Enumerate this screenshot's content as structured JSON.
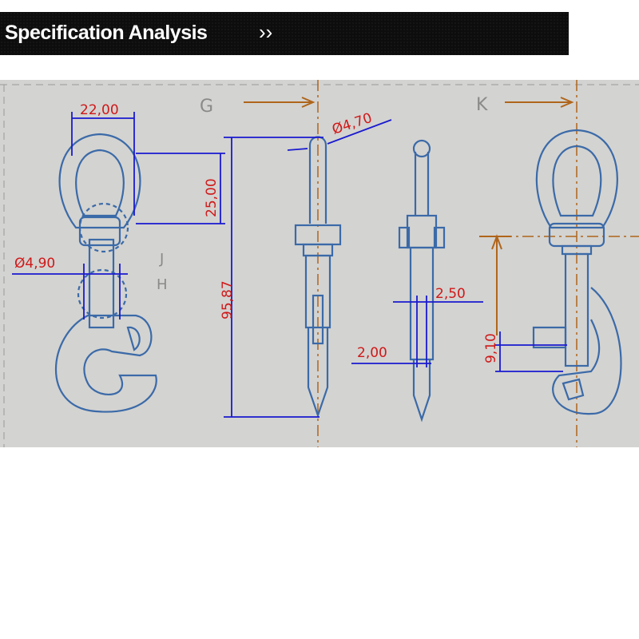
{
  "header": {
    "title": "Specification Analysis",
    "chevron": "››"
  },
  "drawing": {
    "view_labels": {
      "g": "G",
      "k": "K",
      "j": "J",
      "h": "H"
    },
    "dimensions": {
      "ring_width": "22,00",
      "ring_height": "25,00",
      "pin_diameter": "Ø4,90",
      "overall_length": "95,87",
      "eye_diameter": "Ø4,70",
      "shaft_width": "2,50",
      "tip_width": "2,00",
      "gate_height": "9,10"
    },
    "colors": {
      "part": "#3b6aa8",
      "dimension_line": "#1a1ad0",
      "dimension_text": "#d01818",
      "center_line": "#b0651a"
    }
  }
}
